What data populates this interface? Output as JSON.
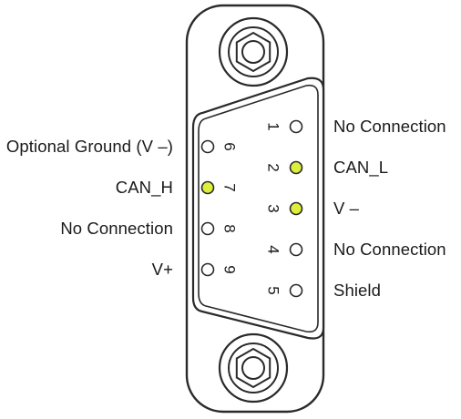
{
  "colors": {
    "outline": "#2a2a2a",
    "active_pin": "#dcef3c",
    "inactive_pin": "#ffffff"
  },
  "icons": {
    "mount": "hex-screw-icon"
  },
  "pins": [
    {
      "number": "1",
      "label": "No Connection",
      "active": false
    },
    {
      "number": "2",
      "label": "CAN_L",
      "active": true
    },
    {
      "number": "3",
      "label": "V –",
      "active": true
    },
    {
      "number": "4",
      "label": "No Connection",
      "active": false
    },
    {
      "number": "5",
      "label": "Shield",
      "active": false
    },
    {
      "number": "6",
      "label": "Optional Ground (V –)",
      "active": false
    },
    {
      "number": "7",
      "label": "CAN_H",
      "active": true
    },
    {
      "number": "8",
      "label": "No Connection",
      "active": false
    },
    {
      "number": "9",
      "label": "V+",
      "active": false
    }
  ]
}
